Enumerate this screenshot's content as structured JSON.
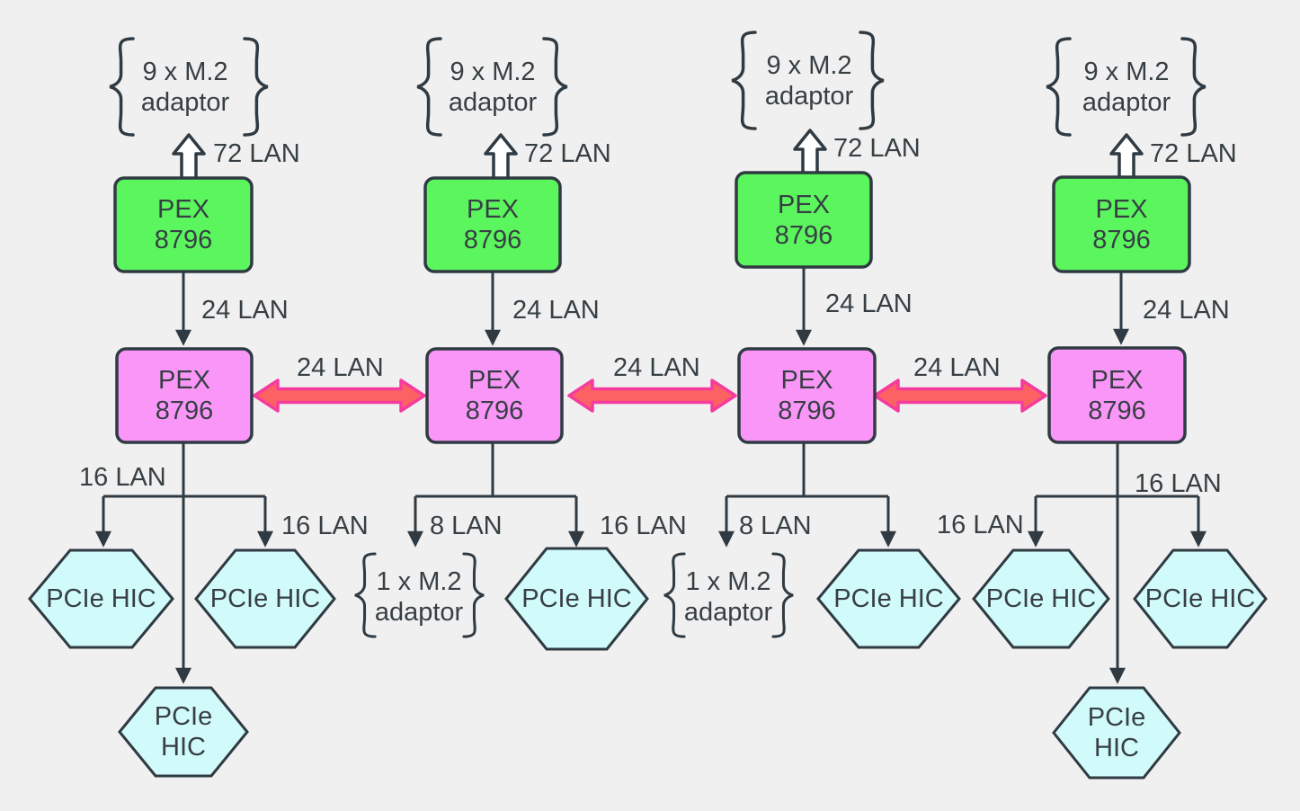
{
  "diagram_type": "pcie-switch-topology",
  "colors": {
    "background": "#F0F0F0",
    "pex_upper_fill": "#5BF55D",
    "pex_lower_fill": "#FA96F8",
    "hic_fill": "#D1FAFA",
    "outline": "#2F3A42",
    "interlink_fill": "#FC6262",
    "interlink_stroke": "#F53C9E",
    "text": "#373F44"
  },
  "columns": [
    {
      "adaptor_top": {
        "l1": "9 x M.2",
        "l2": "adaptor"
      },
      "lan72": "72 LAN",
      "pex_upper": {
        "l1": "PEX",
        "l2": "8796"
      },
      "lan24_down": "24 LAN",
      "pex_lower": {
        "l1": "PEX",
        "l2": "8796"
      },
      "interlink": "24 LAN",
      "branch_left_label": "16 LAN",
      "branch_right_label": "16 LAN",
      "hic_left": "PCIe HIC",
      "hic_right": "PCIe HIC",
      "hic_bottom": {
        "l1": "PCIe",
        "l2": "HIC"
      }
    },
    {
      "adaptor_top": {
        "l1": "9 x M.2",
        "l2": "adaptor"
      },
      "lan72": "72 LAN",
      "pex_upper": {
        "l1": "PEX",
        "l2": "8796"
      },
      "lan24_down": "24 LAN",
      "pex_lower": {
        "l1": "PEX",
        "l2": "8796"
      },
      "interlink": "24 LAN",
      "branch_left_label": "8 LAN",
      "branch_right_label": "16 LAN",
      "m2_adaptor": {
        "l1": "1 x M.2",
        "l2": "adaptor"
      },
      "hic": "PCIe HIC"
    },
    {
      "adaptor_top": {
        "l1": "9 x M.2",
        "l2": "adaptor"
      },
      "lan72": "72 LAN",
      "pex_upper": {
        "l1": "PEX",
        "l2": "8796"
      },
      "lan24_down": "24 LAN",
      "pex_lower": {
        "l1": "PEX",
        "l2": "8796"
      },
      "interlink": "24 LAN",
      "branch_left_label": "8 LAN",
      "branch_right_label": "16 LAN",
      "m2_adaptor": {
        "l1": "1 x M.2",
        "l2": "adaptor"
      },
      "hic": "PCIe HIC"
    },
    {
      "adaptor_top": {
        "l1": "9 x M.2",
        "l2": "adaptor"
      },
      "lan72": "72 LAN",
      "pex_upper": {
        "l1": "PEX",
        "l2": "8796"
      },
      "lan24_down": "24 LAN",
      "pex_lower": {
        "l1": "PEX",
        "l2": "8796"
      },
      "branch_label": "16 LAN",
      "hic_left": "PCIe HIC",
      "hic_right": "PCIe HIC",
      "hic_bottom": {
        "l1": "PCIe",
        "l2": "HIC"
      }
    }
  ]
}
